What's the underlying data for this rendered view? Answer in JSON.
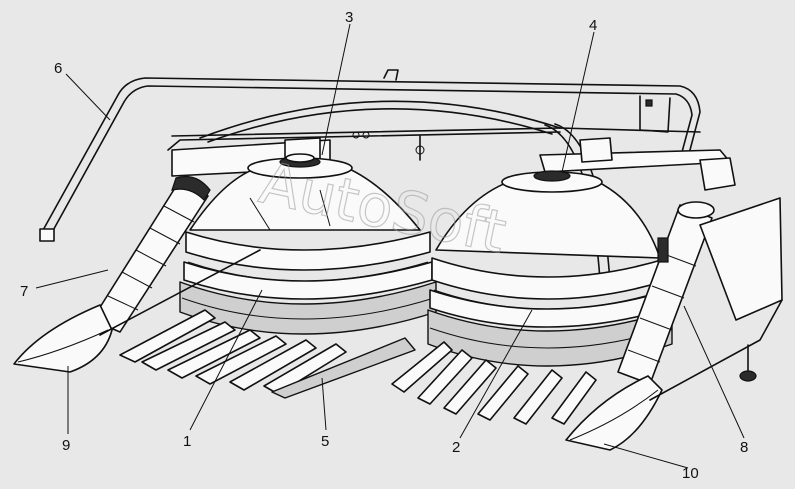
{
  "watermark": "AutoSoft",
  "callouts": [
    {
      "id": "1",
      "text": "1"
    },
    {
      "id": "2",
      "text": "2"
    },
    {
      "id": "3",
      "text": "3"
    },
    {
      "id": "4",
      "text": "4"
    },
    {
      "id": "5",
      "text": "5"
    },
    {
      "id": "6",
      "text": "6"
    },
    {
      "id": "7",
      "text": "7"
    },
    {
      "id": "8",
      "text": "8"
    },
    {
      "id": "9",
      "text": "9"
    },
    {
      "id": "10",
      "text": "10"
    }
  ]
}
